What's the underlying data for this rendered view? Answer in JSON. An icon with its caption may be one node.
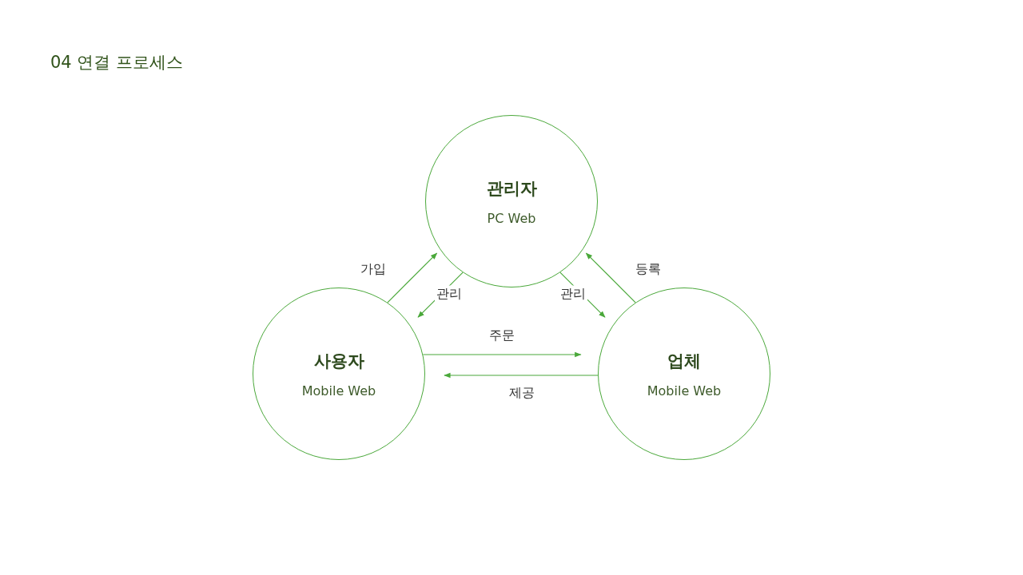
{
  "diagram": {
    "title": "04 연결 프로세스",
    "nodes": [
      {
        "text": [
          "관리자",
          "PC Web"
        ]
      },
      {
        "text": [
          "사용자",
          "Mobile Web"
        ]
      },
      {
        "text": [
          "업체",
          "Mobile Web"
        ]
      }
    ],
    "edges": [
      {
        "from": 1,
        "to": 0,
        "arrow": "to",
        "label": "가입"
      },
      {
        "from": 0,
        "to": 1,
        "arrow": "to",
        "label": "관리"
      },
      {
        "from": 0,
        "to": 2,
        "arrow": "to",
        "label": "관리"
      },
      {
        "from": 2,
        "to": 0,
        "arrow": "to",
        "label": "등록"
      },
      {
        "from": 1,
        "to": 2,
        "arrow": "to",
        "label": "주문"
      },
      {
        "from": 2,
        "to": 1,
        "arrow": "to",
        "label": "제공"
      }
    ]
  }
}
